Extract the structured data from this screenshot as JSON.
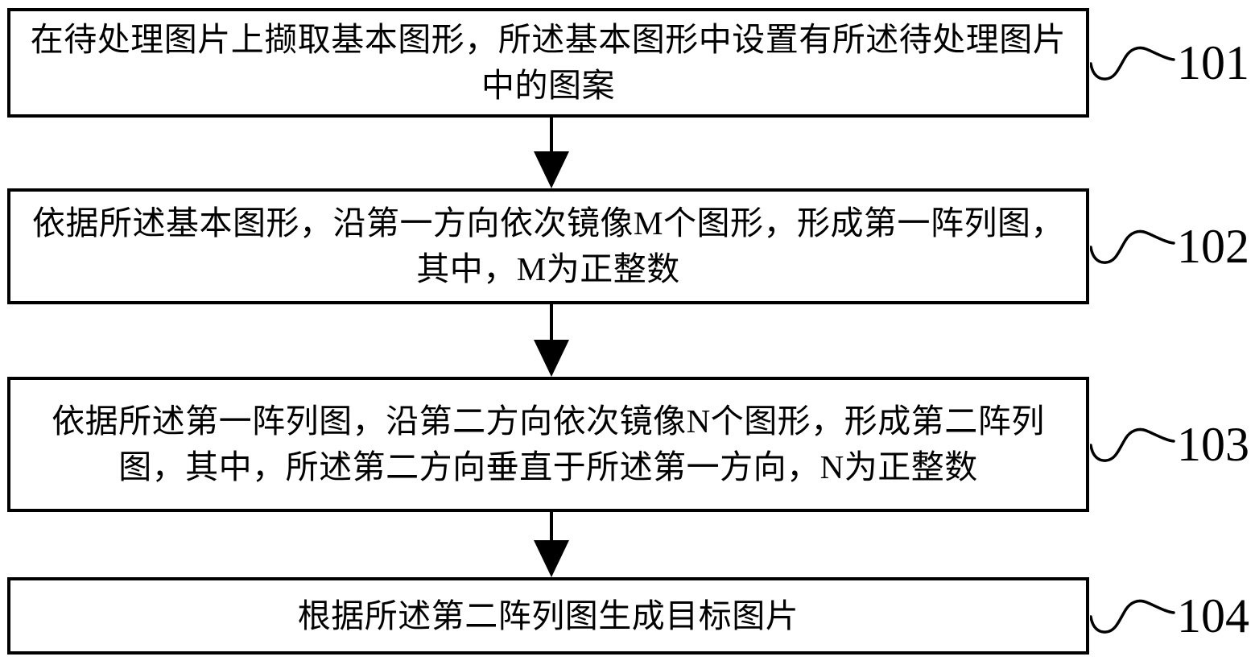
{
  "colors": {
    "ink": "#000000",
    "paper": "#ffffff"
  },
  "flowchart": {
    "steps": [
      {
        "ref": "101",
        "lines": [
          "在待处理图片上撷取基本图形，所述基本图形中设置有所述待处理图片",
          "中的图案"
        ]
      },
      {
        "ref": "102",
        "lines": [
          "依据所述基本图形，沿第一方向依次镜像M个图形，形成第一阵列图，",
          "其中，M为正整数"
        ]
      },
      {
        "ref": "103",
        "lines": [
          "依据所述第一阵列图，沿第二方向依次镜像N个图形，形成第二阵列",
          "图，其中，所述第二方向垂直于所述第一方向，N为正整数"
        ]
      },
      {
        "ref": "104",
        "lines": [
          "根据所述第二阵列图生成目标图片"
        ]
      }
    ]
  }
}
